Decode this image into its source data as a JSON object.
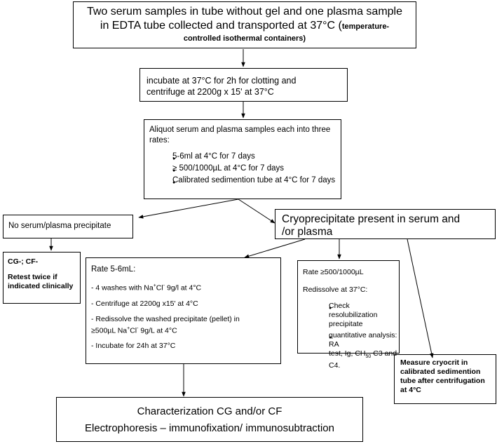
{
  "box1": {
    "line1": "Two serum samples in tube without gel and one plasma sample",
    "line2_main": "in EDTA tube collected and transported at 37°C (",
    "line2_small": "temperature-",
    "line3_small": "controlled isothermal containers)"
  },
  "box2": {
    "line1": "incubate  at  37°C for 2h for clotting and",
    "line2": "centrifuge at 2200g x 15' at 37°C"
  },
  "box3": {
    "intro_line1": "Aliquot serum  and  plasma samples each into three",
    "intro_line2": "rates:",
    "items": [
      "5-6ml at 4°C for 7 days",
      "≥ 500/1000µL at 4°C for 7 days",
      "Calibrated sedimention tube  at 4°C for 7 days"
    ]
  },
  "box_no_precip": {
    "text": "No serum/plasma precipitate"
  },
  "box_cryo": {
    "line1": "Cryoprecipitate present in serum and",
    "line2": "/or plasma"
  },
  "box_cg": {
    "line1": "CG-; CF-",
    "line2": "Retest  twice if",
    "line3": "indicated clinically"
  },
  "box_rate56": {
    "title": "Rate  5-6mL:",
    "step1_a": "- 4 washes with  Na",
    "step1_sup1": "+",
    "step1_b": "Cl",
    "step1_sup2": "-",
    "step1_c": " 9g/l at 4°C",
    "step2": "- Centrifuge at 2200g x15' at 4°C",
    "step3_line1": "- Redissolve the washed precipitate (pellet) in",
    "step3_a": "≥500µL Na",
    "step3_sup1": "+",
    "step3_b": "Cl",
    "step3_sup2": "-",
    "step3_c": " 9g/L at 4°C",
    "step4": "- Incubate for 24h at 37°C"
  },
  "box_rate500": {
    "title": "Rate ≥500/1000µL",
    "subtitle": "Redissolve at 37°C:",
    "item1_line1": "Check resolubilization",
    "item1_line2": "precipitate",
    "item2_line1": "quantitative analysis: RA",
    "item2_a": "test, Ig, CH",
    "item2_sub": "50",
    "item2_b": " C3 and C4."
  },
  "box_cryocrit": {
    "line1": "Measure cryocrit in",
    "line2": "calibrated sedimention",
    "line3": "tube after centrifugation",
    "line4": "at 4°C"
  },
  "box_final": {
    "line1": "Characterization CG and/or CF",
    "line2": "Electrophoresis – immunofixation/ immunosubtraction"
  }
}
